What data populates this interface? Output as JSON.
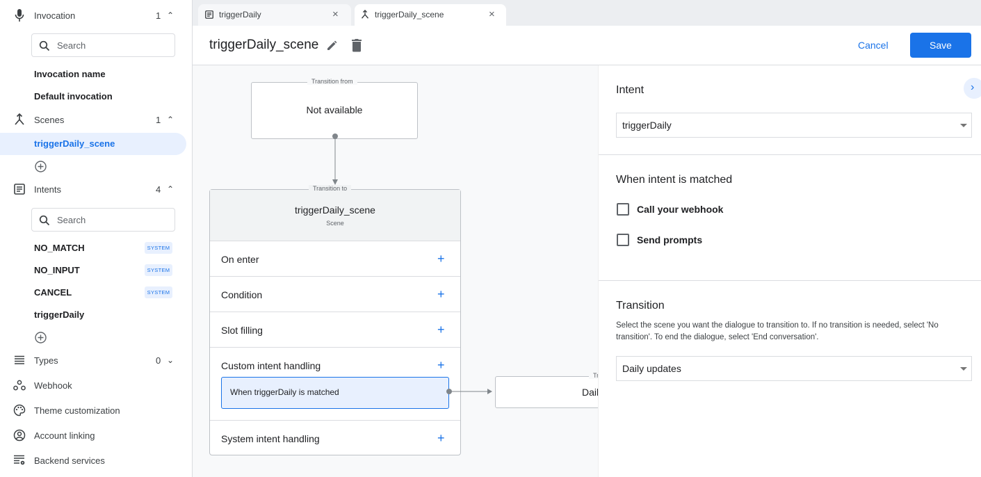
{
  "sidebar": {
    "invocation": {
      "label": "Invocation",
      "count": "1",
      "search_placeholder": "Search",
      "items": [
        "Invocation name",
        "Default invocation"
      ]
    },
    "scenes": {
      "label": "Scenes",
      "count": "1",
      "items": [
        "triggerDaily_scene"
      ],
      "selected": "triggerDaily_scene"
    },
    "intents": {
      "label": "Intents",
      "count": "4",
      "search_placeholder": "Search",
      "items": [
        {
          "name": "NO_MATCH",
          "badge": "SYSTEM"
        },
        {
          "name": "NO_INPUT",
          "badge": "SYSTEM"
        },
        {
          "name": "CANCEL",
          "badge": "SYSTEM"
        },
        {
          "name": "triggerDaily",
          "badge": ""
        }
      ]
    },
    "types": {
      "label": "Types",
      "count": "0"
    },
    "nav": [
      "Webhook",
      "Theme customization",
      "Account linking",
      "Backend services"
    ]
  },
  "tabs": [
    {
      "label": "triggerDaily",
      "icon": "intent-list-icon",
      "active": false
    },
    {
      "label": "triggerDaily_scene",
      "icon": "scene-merge-icon",
      "active": true
    }
  ],
  "header": {
    "title": "triggerDaily_scene",
    "cancel": "Cancel",
    "save": "Save"
  },
  "canvas": {
    "from": {
      "legend": "Transition from",
      "value": "Not available"
    },
    "to": {
      "legend": "Transition to",
      "title": "triggerDaily_scene",
      "subtitle": "Scene"
    },
    "rows": [
      "On enter",
      "Condition",
      "Slot filling",
      "Custom intent handling",
      "System intent handling"
    ],
    "handler": "When triggerDaily is matched",
    "target": {
      "legend": "Transition to",
      "value": "Daily updates"
    }
  },
  "panel": {
    "intent_label": "Intent",
    "intent_value": "triggerDaily",
    "matched_label": "When intent is matched",
    "webhook_label": "Call your webhook",
    "prompts_label": "Send prompts",
    "transition_label": "Transition",
    "transition_desc": "Select the scene you want the dialogue to transition to. If no transition is needed, select 'No transition'. To end the dialogue, select 'End conversation'.",
    "transition_value": "Daily updates"
  },
  "colors": {
    "accent": "#1a73e8",
    "selected_bg": "#e8f0fe",
    "canvas_bg": "#f8f9fa"
  }
}
